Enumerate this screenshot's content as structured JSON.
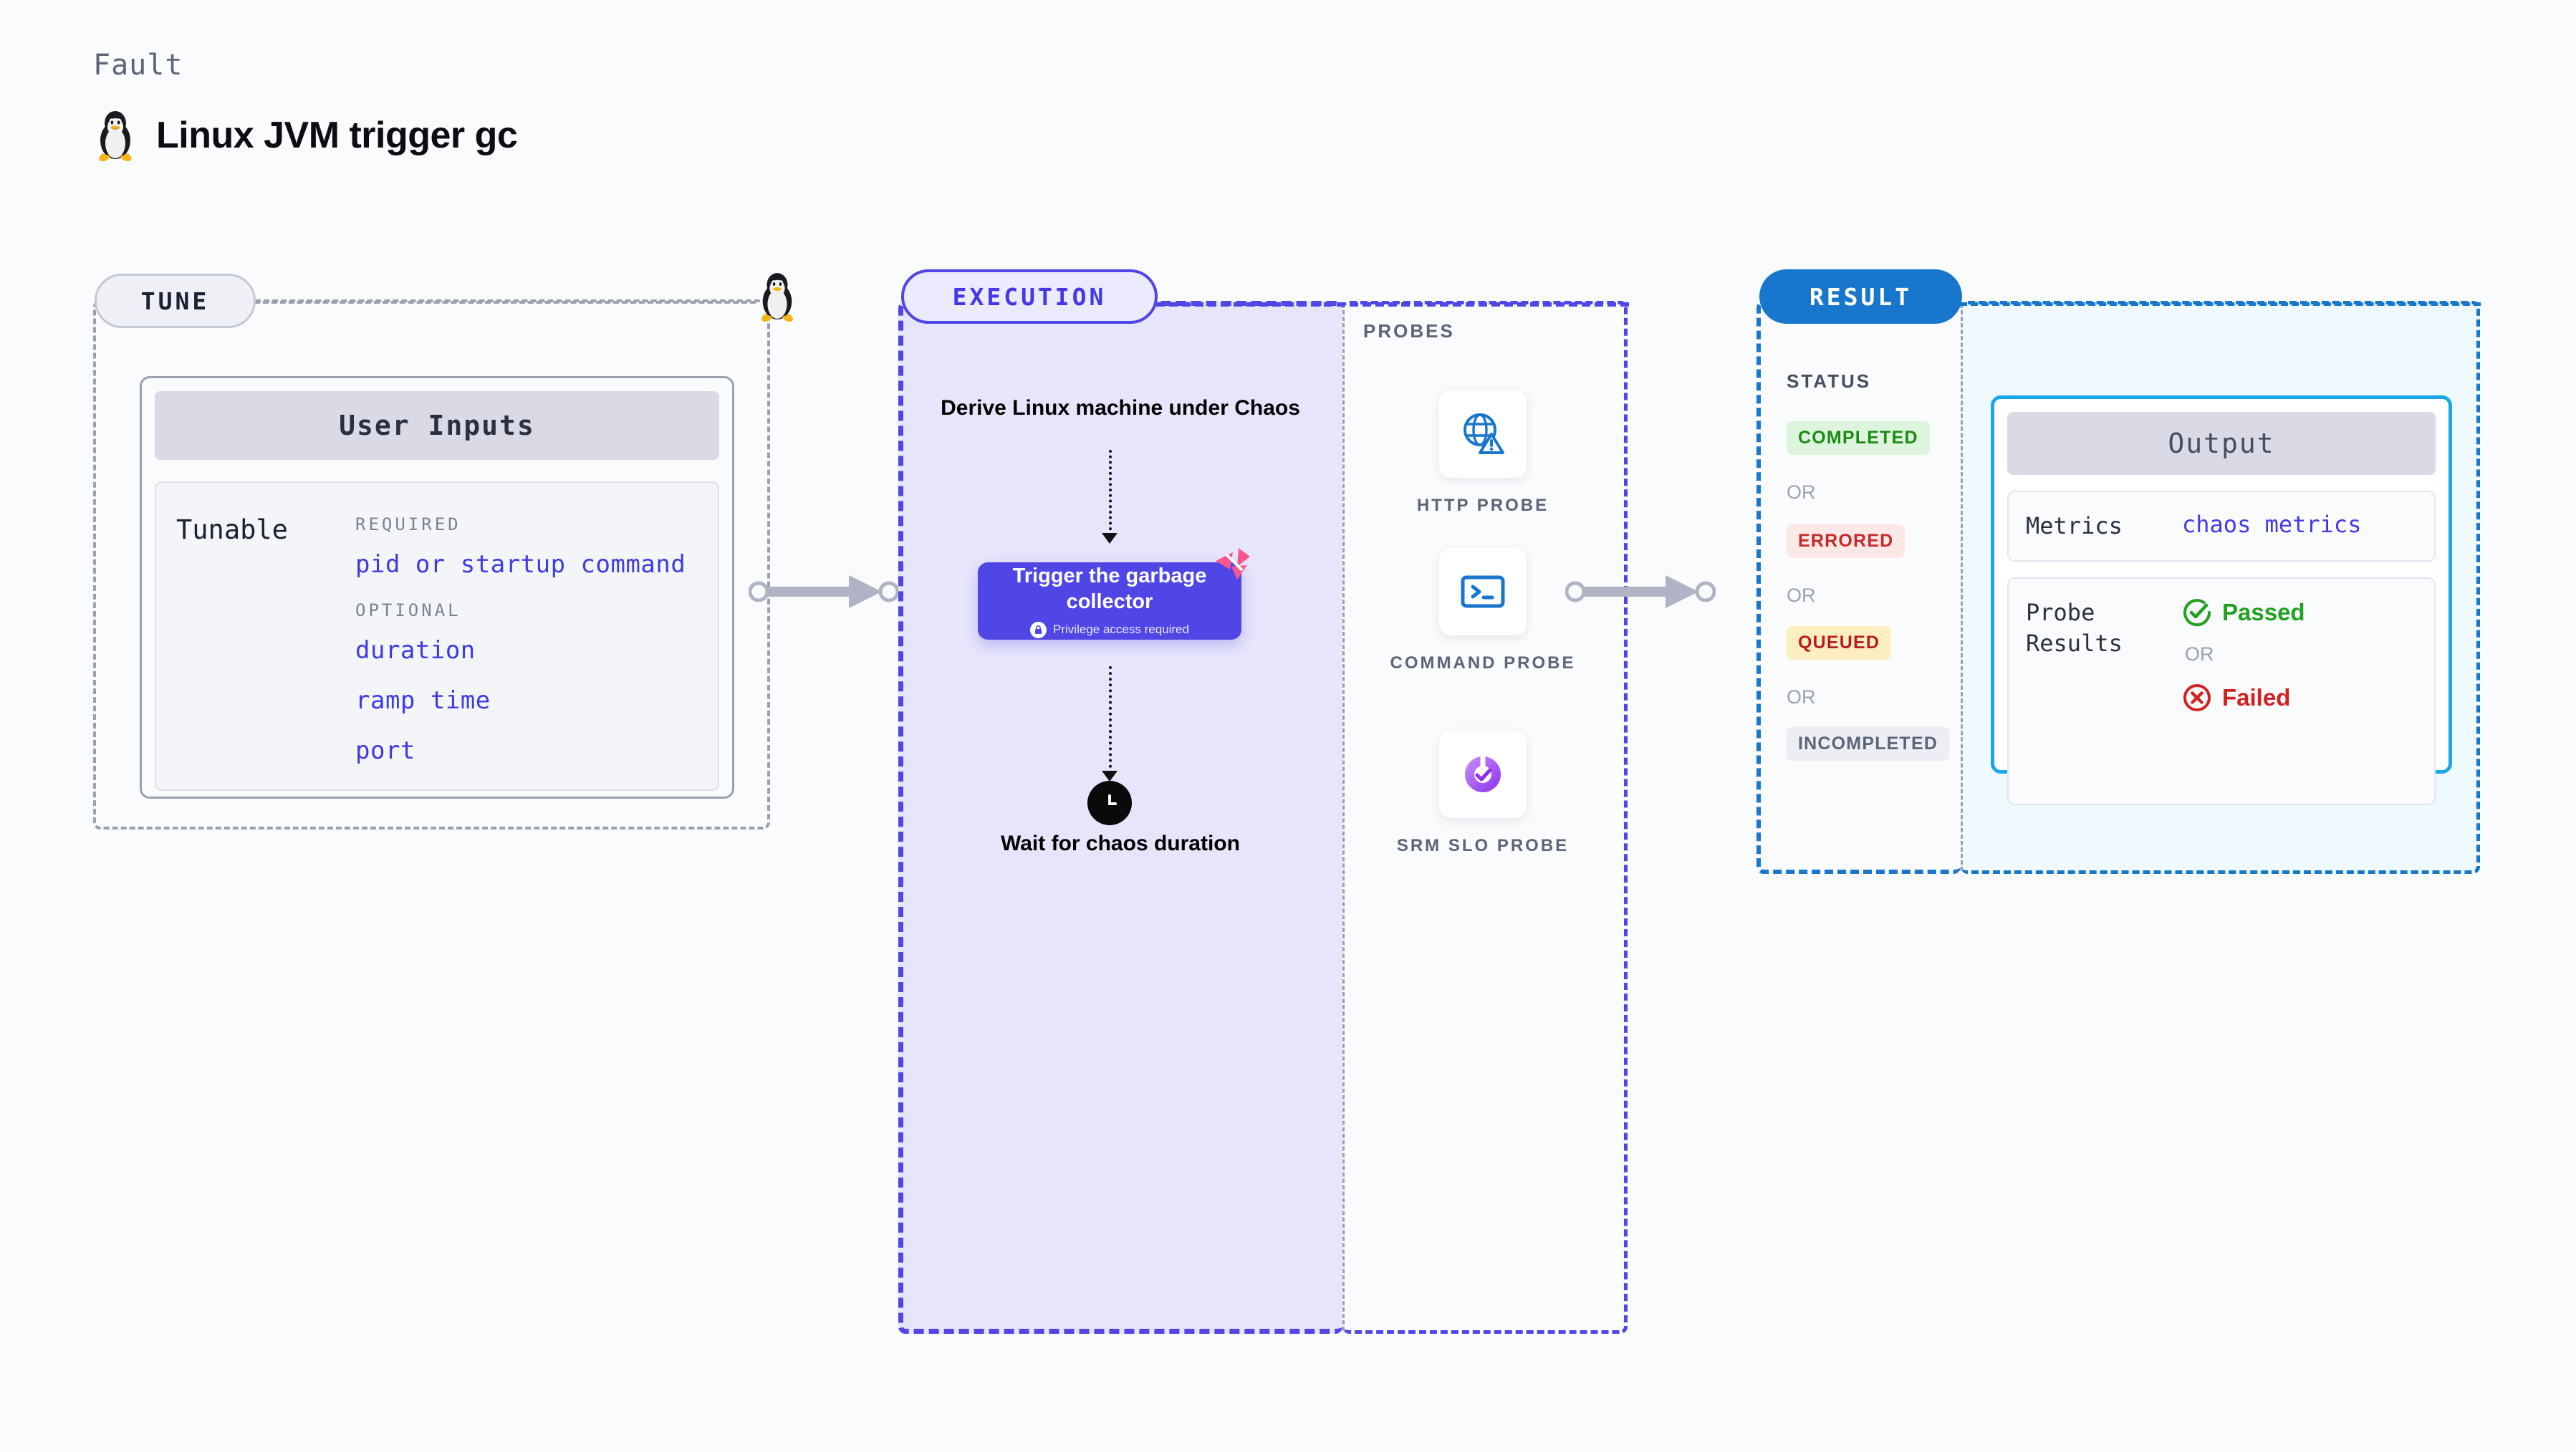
{
  "header": {
    "kicker": "Fault",
    "title": "Linux JVM trigger gc",
    "icon": "tux-penguin-icon"
  },
  "tune": {
    "pill_label": "TUNE",
    "icon": "tux-penguin-icon",
    "card": {
      "header": "User Inputs",
      "row_label": "Tunable",
      "groups": [
        {
          "label": "REQUIRED",
          "items": [
            "pid or startup command"
          ]
        },
        {
          "label": "OPTIONAL",
          "items": [
            "duration",
            "ramp time",
            "port"
          ]
        }
      ]
    }
  },
  "execution": {
    "pill_label": "EXECUTION",
    "steps": {
      "derive": "Derive Linux machine under Chaos",
      "wait": "Wait for chaos duration"
    },
    "fault_card": {
      "title": "Trigger the garbage collector",
      "privilege_note": "Privilege access required",
      "lock_icon": "lock-icon",
      "ribbon_icon": "chaos-ribbon-icon",
      "color": "#4f46e5"
    },
    "clock_icon": "clock-icon"
  },
  "probes": {
    "title": "PROBES",
    "items": [
      {
        "label": "HTTP PROBE",
        "icon": "globe-warning-icon",
        "color": "#1877cc"
      },
      {
        "label": "COMMAND PROBE",
        "icon": "terminal-prompt-icon",
        "color": "#1877cc"
      },
      {
        "label": "SRM SLO PROBE",
        "icon": "slo-donut-check-icon",
        "color": "#9b4df0"
      }
    ]
  },
  "result": {
    "pill_label": "RESULT",
    "status_title": "STATUS",
    "or_label": "OR",
    "statuses": [
      {
        "label": "COMPLETED",
        "bg": "#ddf5dd",
        "fg": "#1d8a16"
      },
      {
        "label": "ERRORED",
        "bg": "#fde8e8",
        "fg": "#c62828"
      },
      {
        "label": "QUEUED",
        "bg": "#fdeec2",
        "fg": "#b71c1c"
      },
      {
        "label": "INCOMPLETED",
        "bg": "#eceef3",
        "fg": "#5b6478"
      }
    ],
    "output": {
      "header": "Output",
      "metrics_key": "Metrics",
      "metrics_value": "chaos metrics",
      "probe_results_key": "Probe Results",
      "passed_label": "Passed",
      "failed_label": "Failed",
      "or_label": "OR",
      "passed_icon": "check-circle-icon",
      "failed_icon": "x-circle-icon",
      "border_color": "#18a8e8"
    }
  },
  "connectors": {
    "arrow_color": "#b0b3c4",
    "arrow_icon": "arrow-right-icon"
  }
}
